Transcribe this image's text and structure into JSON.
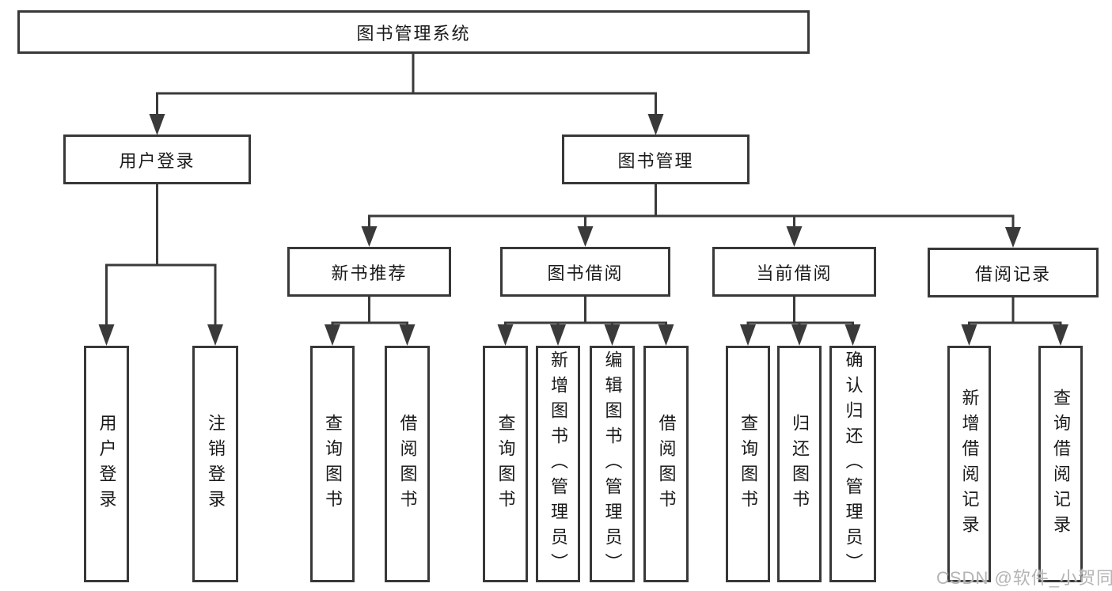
{
  "diagram": {
    "title_node": {
      "label": "图书管理系统"
    },
    "level2": [
      {
        "label": "用户登录"
      },
      {
        "label": "图书管理"
      }
    ],
    "level3": [
      {
        "label": "新书推荐",
        "parent": "图书管理"
      },
      {
        "label": "图书借阅",
        "parent": "图书管理"
      },
      {
        "label": "当前借阅",
        "parent": "图书管理"
      },
      {
        "label": "借阅记录",
        "parent": "图书管理"
      }
    ],
    "leaves": [
      {
        "label": "用户登录",
        "parent": "用户登录"
      },
      {
        "label": "注销登录",
        "parent": "用户登录"
      },
      {
        "label": "查询图书",
        "parent": "新书推荐"
      },
      {
        "label": "借阅图书",
        "parent": "新书推荐"
      },
      {
        "label": "查询图书",
        "parent": "图书借阅"
      },
      {
        "label": "新增图书（管理员）",
        "parent": "图书借阅"
      },
      {
        "label": "编辑图书（管理员）",
        "parent": "图书借阅"
      },
      {
        "label": "借阅图书",
        "parent": "图书借阅"
      },
      {
        "label": "查询图书",
        "parent": "当前借阅"
      },
      {
        "label": "归还图书",
        "parent": "当前借阅"
      },
      {
        "label": "确认归还（管理员）",
        "parent": "当前借阅"
      },
      {
        "label": "新增借阅记录",
        "parent": "借阅记录"
      },
      {
        "label": "查询借阅记录",
        "parent": "借阅记录"
      }
    ],
    "colors": {
      "line": "#3a3a3a",
      "border": "#383838",
      "text": "#1a1a1a",
      "background": "#ffffff",
      "watermark": "#b4b4b4"
    }
  },
  "watermark": {
    "text": "CSDN @软件_小贺同学"
  }
}
